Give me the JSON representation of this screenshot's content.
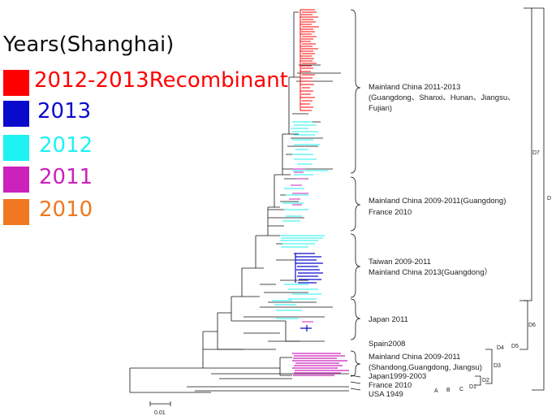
{
  "legend": {
    "title": "Years(Shanghai)",
    "items": [
      {
        "label": "2012-2013Recombinant",
        "color": "#ff0000"
      },
      {
        "label": "2013",
        "color": "#0a0acc"
      },
      {
        "label": "2012",
        "color": "#1ff2f2"
      },
      {
        "label": "2011",
        "color": "#cc22bb"
      },
      {
        "label": "2010",
        "color": "#f07820"
      }
    ]
  },
  "clades": {
    "mainland_2011_2013": {
      "line1": "Mainland China 2011-2013",
      "line2": "(Guangdong、Shanxi、Hunan、Jiangsu、",
      "line3": "Fujian)"
    },
    "mainland_2009_2011": {
      "line1": "Mainland China 2009-2011(Guangdong)",
      "line2": "France 2010"
    },
    "taiwan": {
      "line1": "Taiwan 2009-2011",
      "line2": "Mainland China 2013(Guangdong）"
    },
    "japan2011": "Japan 2011",
    "spain": "Spain2008",
    "mainland_2009_2011b": {
      "line1": "Mainland China 2009-2011",
      "line2": "(Shandong,Guangdong, Jiangsu)"
    },
    "japan1999": "Japan1999-2003",
    "france": "France 2010",
    "usa": "USA 1949"
  },
  "genotypes": {
    "D7": "D7",
    "D": "D",
    "D6": "D6",
    "D5": "D5",
    "D4": "D4",
    "D3": "D3",
    "D2": "D2",
    "D1": "D1",
    "C": "C",
    "B": "B",
    "A": "A"
  },
  "scale_bar": {
    "label": "0.01"
  }
}
